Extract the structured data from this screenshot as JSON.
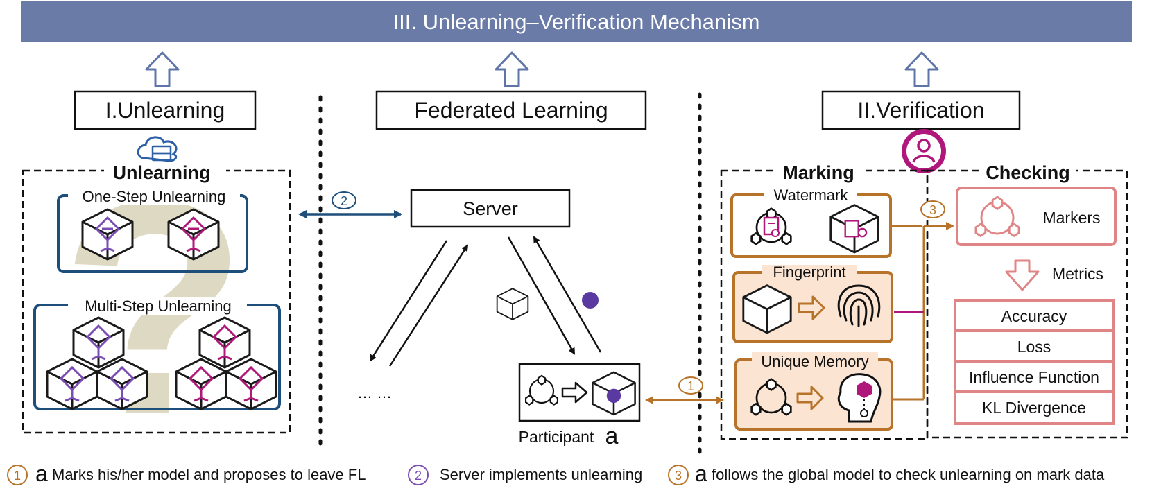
{
  "banner": {
    "title": "III. Unlearning–Verification Mechanism",
    "color": "#6b7ba8"
  },
  "sections": {
    "unlearning": "I.Unlearning",
    "federated": "Federated Learning",
    "verification": "II.Verification"
  },
  "unlearning_panel": {
    "title": "Unlearning",
    "one_step": "One-Step Unlearning",
    "multi_step": "Multi-Step Unlearning",
    "icon": "cloud-server-icon"
  },
  "fl_panel": {
    "server": "Server",
    "ellipsis": "… …",
    "participant_label": "Participant",
    "participant_letter": "a"
  },
  "marking": {
    "title": "Marking",
    "watermark": "Watermark",
    "fingerprint": "Fingerprint",
    "unique_memory": "Unique Memory"
  },
  "checking": {
    "title": "Checking",
    "markers": "Markers",
    "metrics_label": "Metrics",
    "metrics": [
      "Accuracy",
      "Loss",
      "Influence Function",
      "KL Divergence"
    ],
    "icon": "user-icon"
  },
  "step_markers": {
    "one": "1",
    "two": "2",
    "three": "3"
  },
  "legend": {
    "step1_letter": "a",
    "step1_text": "Marks his/her model and proposes to leave FL",
    "step2_text": "Server implements unlearning",
    "step3_letter": "a",
    "step3_text": "follows the global model to check unlearning on mark data"
  },
  "colors": {
    "navy": "#1e4f7a",
    "orange": "#b8732a",
    "orange_fill": "#fbe4d2",
    "pink": "#e08585",
    "purple": "#7a4db5",
    "magenta": "#b0177a",
    "question_mark": "#d9d3b8"
  }
}
